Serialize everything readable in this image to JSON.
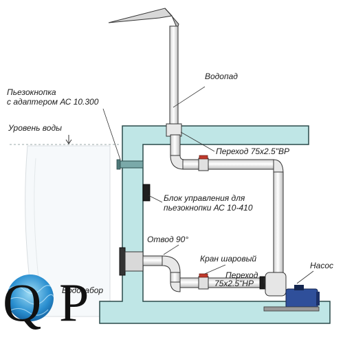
{
  "labels": {
    "waterfall": "Водопад",
    "piezo_button_line1": "Пьезокнопка",
    "piezo_button_line2": "с адаптером АС 10.300",
    "water_level": "Уровень воды",
    "adapter_top": "Переход 75x2.5\"ВР",
    "control_block_line1": "Блок управления для",
    "control_block_line2": "пьезокнопки АС 10-410",
    "elbow": "Отвод 90°",
    "ball_valve": "Кран шаровый",
    "pump": "Насос",
    "adapter_bottom_line1": "Переход",
    "adapter_bottom_line2": "75x2.5\"НР",
    "intake": "Водозабор"
  },
  "logo": {
    "letter_q": "Q",
    "letter_p": "P"
  },
  "colors": {
    "wall": "#bfe6e6",
    "wall_stroke": "#2a4a4a",
    "pipe": "#f4f4f4",
    "pipe_stroke": "#2b2b2b",
    "valve_red": "#c0392b",
    "pump_blue": "#2f4f9a",
    "water_blue": "#2a7fc0"
  }
}
